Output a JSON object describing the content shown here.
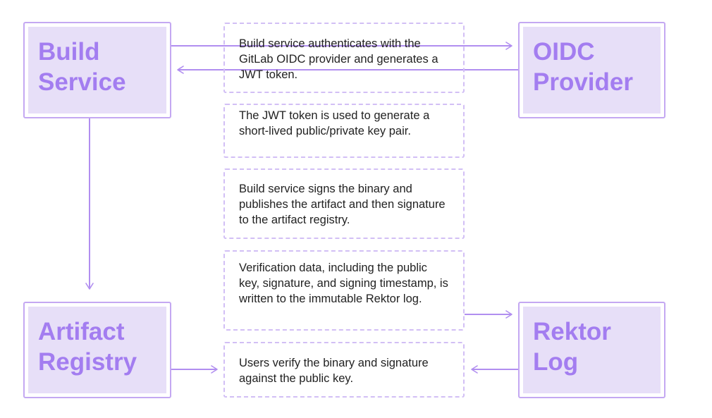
{
  "nodes": {
    "build_service": "Build\nService",
    "oidc_provider": "OIDC\nProvider",
    "artifact_registry": "Artifact\nRegistry",
    "rektor_log": "Rektor\nLog"
  },
  "steps": [
    "Build service authenticates with the GitLab OIDC provider and generates a JWT token.",
    "The JWT token is used to generate a short-lived public/private key pair.",
    "Build service signs the binary and publishes the artifact and then signature to the artifact registry.",
    "Verification data, including the public key, signature, and signing timestamp, is written to the immutable Rektor log.",
    "Users verify the binary and signature against the public key."
  ],
  "colors": {
    "border": "#c4a8f2",
    "fill": "#e7dff8",
    "label": "#a37df0",
    "note_border": "#d2bff5",
    "arrow": "#b18ef0",
    "text": "#222222"
  }
}
